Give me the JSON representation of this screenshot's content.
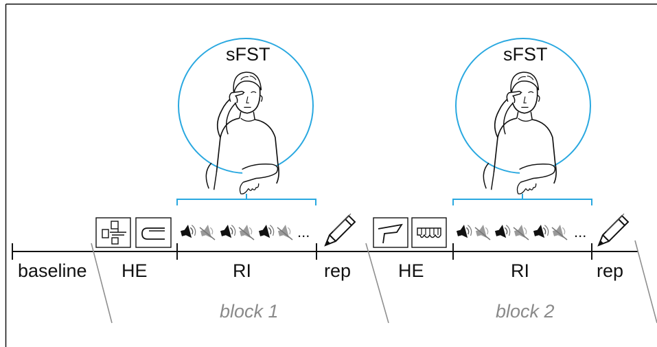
{
  "colors": {
    "accent": "#29a8e0",
    "line": "#111111",
    "muted": "#8a8a8a"
  },
  "segments": {
    "baseline": "baseline",
    "he1": "HE",
    "ri1": "RI",
    "rep1": "rep",
    "he2": "HE",
    "ri2": "RI",
    "rep2": "rep"
  },
  "blocks": {
    "block1": "block 1",
    "block2": "block 2"
  },
  "signer": {
    "label1": "sFST",
    "label2": "sFST"
  },
  "sequence": {
    "ellipsis1": "...",
    "ellipsis2": "..."
  },
  "icons": {
    "he1": [
      "building-blocks-icon",
      "curved-shape-icon"
    ],
    "he2": [
      "angled-shape-icon",
      "teeth-icon"
    ],
    "stimuli": [
      "sound-on-icon",
      "sound-off-icon"
    ],
    "report": "pencil-icon"
  }
}
